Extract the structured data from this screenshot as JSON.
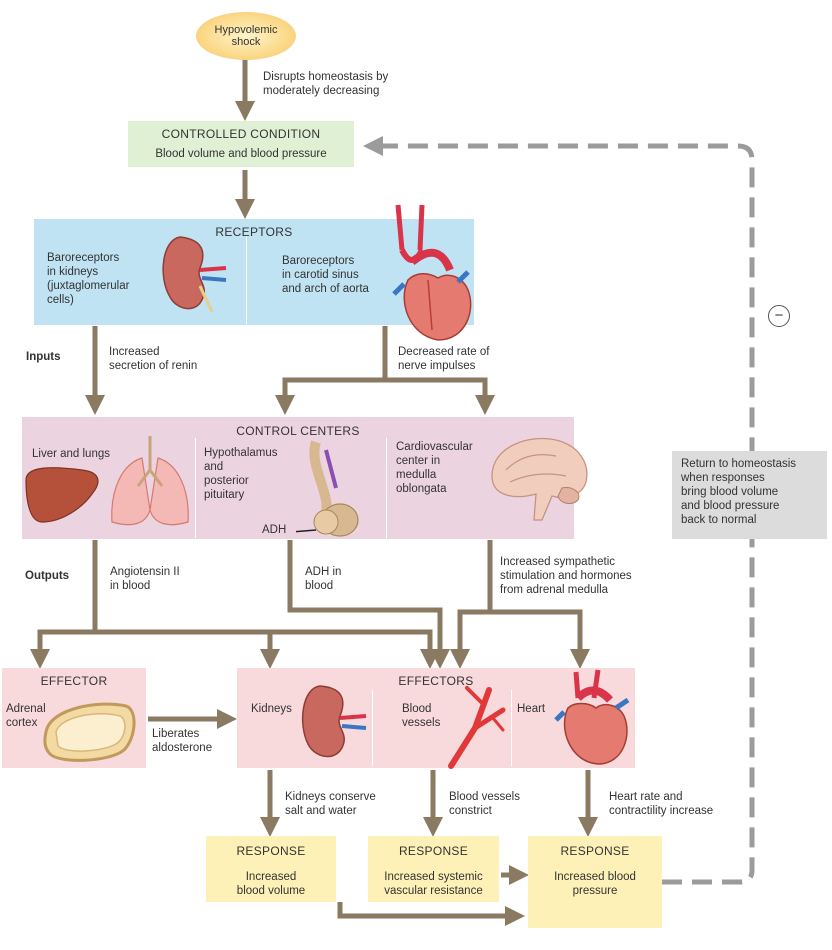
{
  "stimulus": {
    "line1": "Hypovolemic",
    "line2": "shock"
  },
  "disrupts": {
    "line1": "Disrupts homeostasis by",
    "line2": "moderately decreasing"
  },
  "controlled": {
    "title": "CONTROLLED CONDITION",
    "text": "Blood volume and blood pressure"
  },
  "receptors": {
    "title": "RECEPTORS",
    "kidney_text": [
      "Baroreceptors",
      "in kidneys",
      "(juxtaglomerular",
      "cells)"
    ],
    "carotid_text": [
      "Baroreceptors",
      "in carotid sinus",
      "and arch of aorta"
    ]
  },
  "inputs": {
    "label": "Inputs",
    "renin": [
      "Increased",
      "secretion of renin"
    ],
    "nerve": [
      "Decreased rate of",
      "nerve impulses"
    ]
  },
  "control_centers": {
    "title": "CONTROL CENTERS",
    "liver": "Liver and lungs",
    "hypothalamus": [
      "Hypothalamus",
      "and",
      "posterior",
      "pituitary"
    ],
    "adh_label": "ADH",
    "cardio": [
      "Cardiovascular",
      "center in",
      "medulla",
      "oblongata"
    ]
  },
  "outputs": {
    "label": "Outputs",
    "angiotensin": [
      "Angiotensin II",
      "in blood"
    ],
    "adh": [
      "ADH in",
      "blood"
    ],
    "sympathetic": [
      "Increased sympathetic",
      "stimulation and hormones",
      "from adrenal medulla"
    ]
  },
  "effector": {
    "title": "EFFECTOR",
    "text": [
      "Adrenal",
      "cortex"
    ]
  },
  "liberates": [
    "Liberates",
    "aldosterone"
  ],
  "effectors": {
    "title": "EFFECTORS",
    "kidneys": "Kidneys",
    "vessels": [
      "Blood",
      "vessels"
    ],
    "heart": "Heart"
  },
  "effector_results": {
    "kidneys": [
      "Kidneys conserve",
      "salt and water"
    ],
    "vessels": [
      "Blood vessels",
      "constrict"
    ],
    "heart": [
      "Heart rate and",
      "contractility increase"
    ]
  },
  "responses": [
    {
      "title": "RESPONSE",
      "text": [
        "Increased",
        "blood volume"
      ]
    },
    {
      "title": "RESPONSE",
      "text": [
        "Increased systemic",
        "vascular resistance"
      ]
    },
    {
      "title": "RESPONSE",
      "text": [
        "Increased blood",
        "pressure"
      ]
    }
  ],
  "feedback": {
    "sign": "−",
    "text": [
      "Return to homeostasis",
      "when responses",
      "bring blood volume",
      "and blood pressure",
      "back to normal"
    ]
  },
  "colors": {
    "arrow": "#8a7a62",
    "dash": "#9b9b9b"
  }
}
